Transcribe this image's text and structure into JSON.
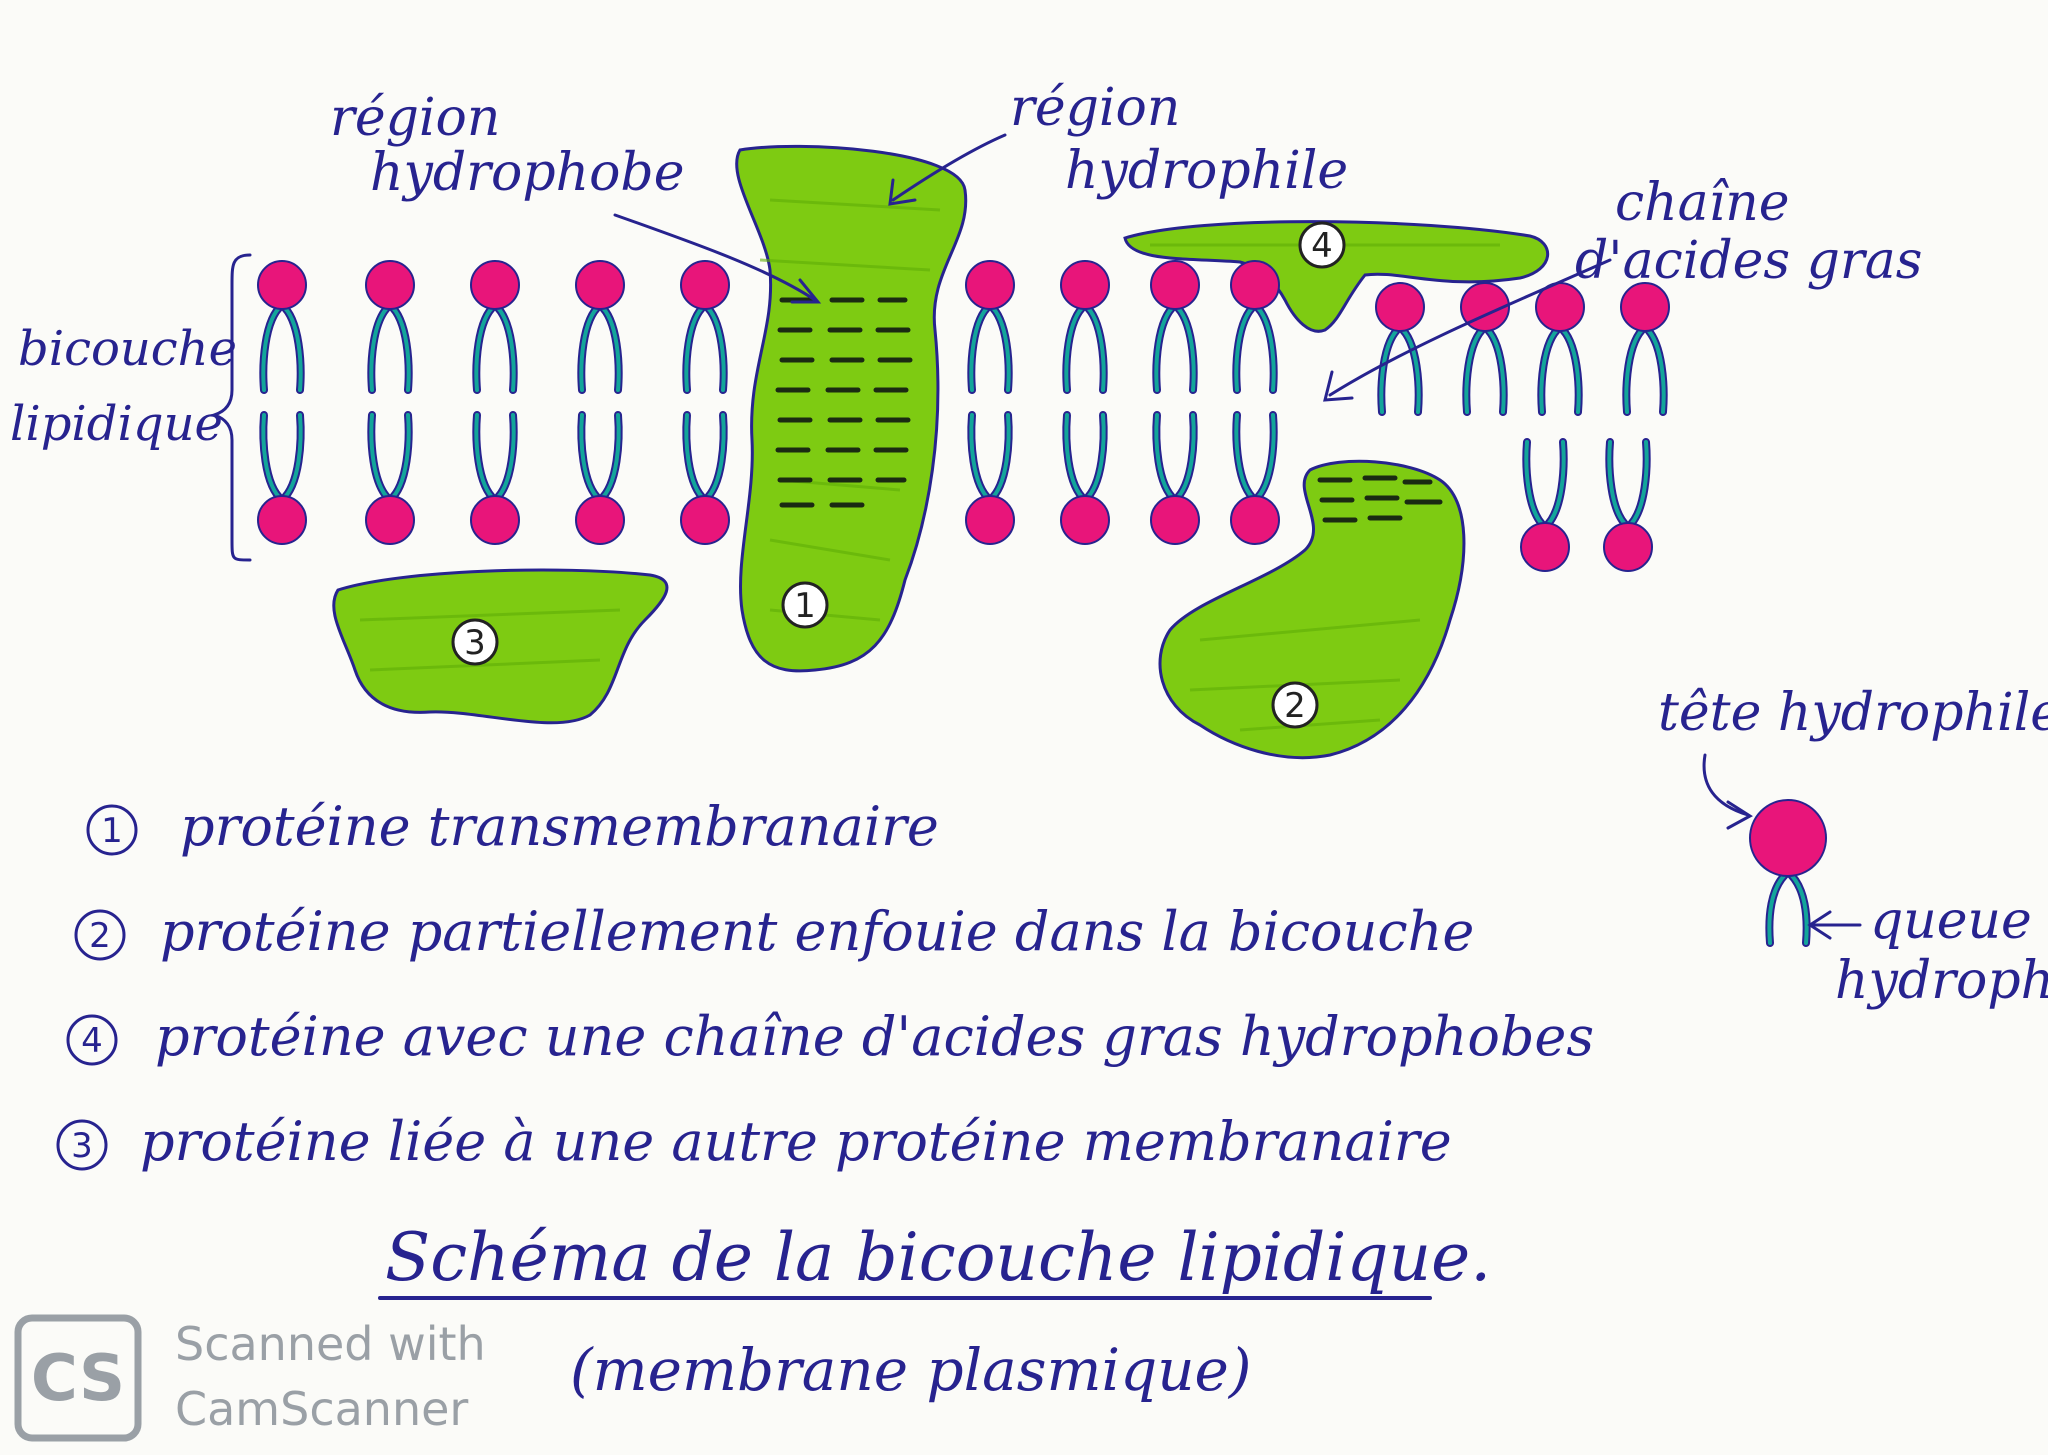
{
  "colors": {
    "head": "#e8157a",
    "tail": "#13a59a",
    "outline": "#27238f",
    "protein": "#7ecb12",
    "ink": "#27238f"
  },
  "labels": {
    "region_hydrophobe": [
      "région",
      "hydrophobe"
    ],
    "region_hydrophile": [
      "région",
      "hydrophile"
    ],
    "chaine_acides_gras": [
      "chaîne",
      "d'acides gras"
    ],
    "bicouche_lipidique": [
      "bicouche",
      "lipidique"
    ],
    "tete_hydrophile": "tête hydrophile",
    "queue_hydrophobe": [
      "queue",
      "hydrophobe"
    ]
  },
  "proteins": [
    {
      "id": "1",
      "number": "1"
    },
    {
      "id": "2",
      "number": "2"
    },
    {
      "id": "3",
      "number": "3"
    },
    {
      "id": "4",
      "number": "4"
    }
  ],
  "legend": [
    {
      "number": "1",
      "text": "protéine transmembranaire"
    },
    {
      "number": "2",
      "text": "protéine partiellement enfouie dans la bicouche"
    },
    {
      "number": "4",
      "text": "protéine avec une chaîne d'acides gras hydrophobes"
    },
    {
      "number": "3",
      "text": "protéine liée à une autre protéine membranaire"
    }
  ],
  "title": "Schéma de la bicouche lipidique.",
  "subtitle": "(membrane plasmique)",
  "watermark": {
    "logo": "CS",
    "line1": "Scanned with",
    "line2": "CamScanner"
  }
}
